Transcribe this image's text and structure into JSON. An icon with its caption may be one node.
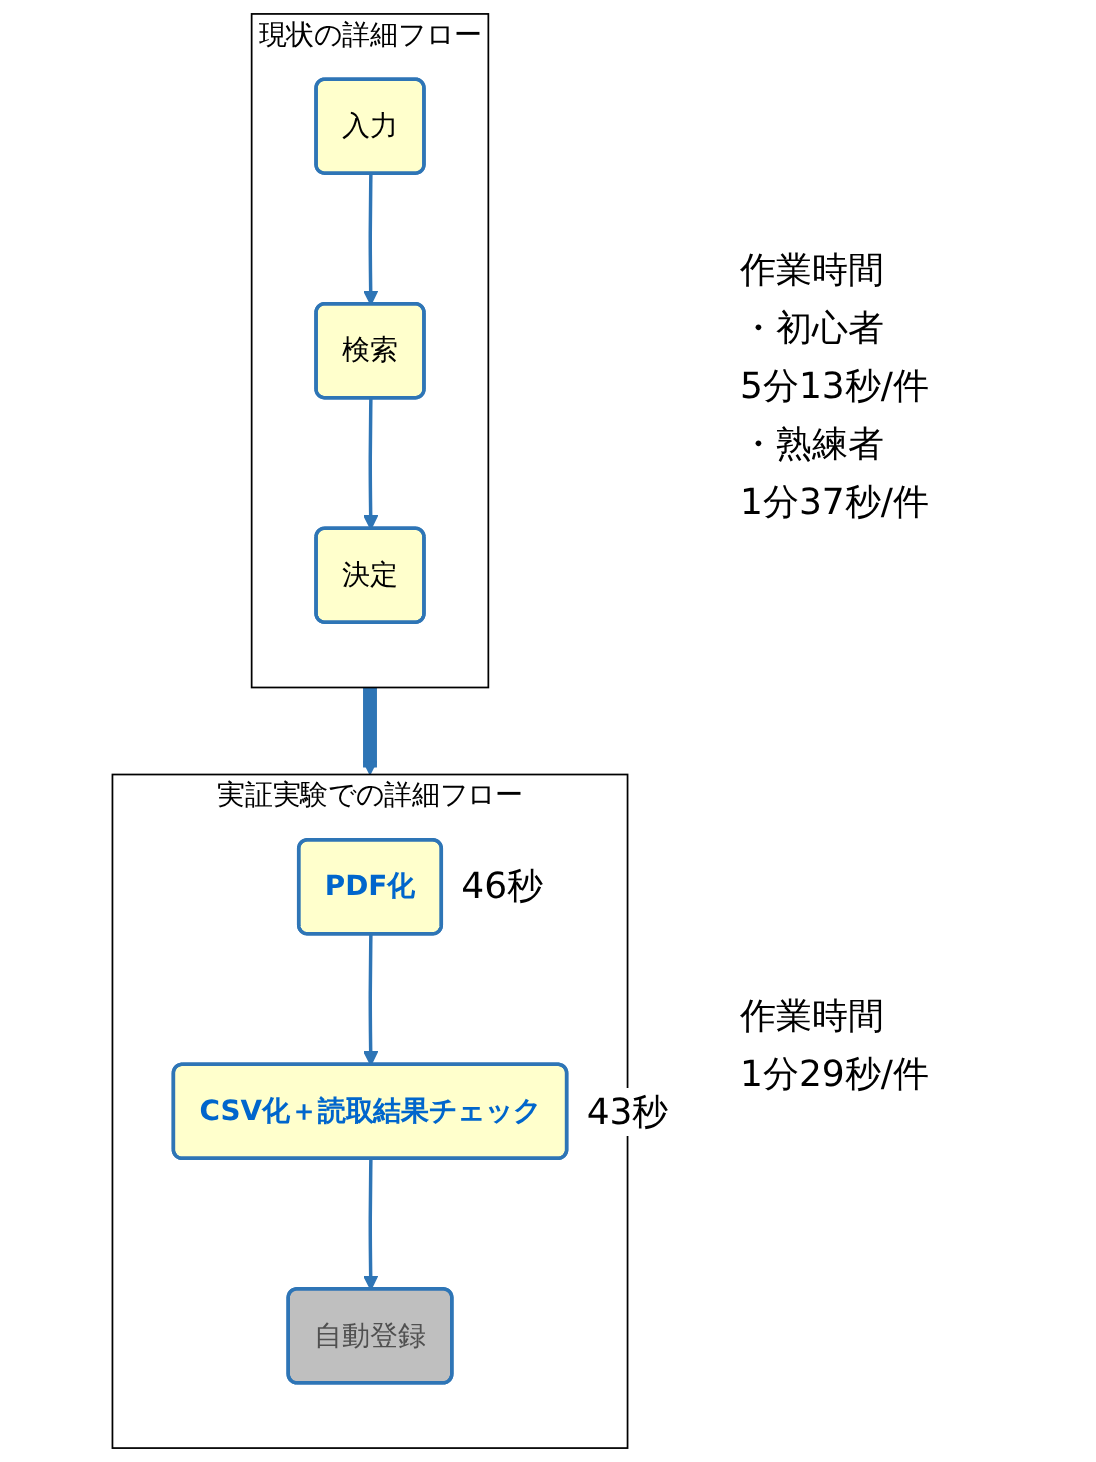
{
  "diagram": {
    "nodes": [
      {
        "text": [
          "現状の詳細フロー"
        ]
      },
      {
        "text": [
          "入力"
        ],
        "in": 0
      },
      {
        "text": [
          "検索"
        ],
        "in": 0
      },
      {
        "text": [
          "決定"
        ],
        "in": 0
      },
      {
        "text": [
          "実証実験での詳細フロー"
        ]
      },
      {
        "text": [
          "PDF化"
        ],
        "in": 4,
        "beside": [
          "46秒"
        ]
      },
      {
        "text": [
          "CSV化＋読取結果チェック"
        ],
        "in": 4,
        "beside": [
          "43秒"
        ]
      },
      {
        "text": [
          "自動登録"
        ],
        "in": 4
      }
    ],
    "edges": [
      {
        "from": 1,
        "to": 2,
        "arrow": "to"
      },
      {
        "from": 2,
        "to": 3,
        "arrow": "to"
      },
      {
        "from": 0,
        "to": 4,
        "arrow": "to",
        "style": "thick"
      },
      {
        "from": 5,
        "to": 6,
        "arrow": "to"
      },
      {
        "from": 6,
        "to": 7,
        "arrow": "to"
      }
    ],
    "labels": [
      "作業時間",
      "・初心者",
      "5分13秒/件",
      "・熟練者",
      "1分37秒/件",
      "作業時間",
      "1分29秒/件"
    ]
  }
}
